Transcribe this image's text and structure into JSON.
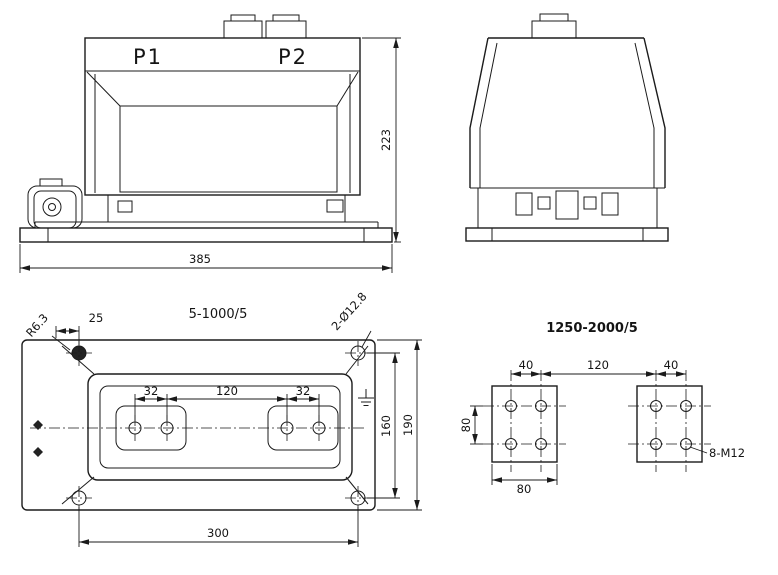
{
  "colors": {
    "ink": "#1b1b1b",
    "background": "#ffffff"
  },
  "front_view": {
    "terminal_left_label": "P1",
    "terminal_right_label": "P2",
    "dim_height": "223",
    "dim_width": "385"
  },
  "plan_view": {
    "title": "5-1000/5",
    "dim_edge_to_hole": "25",
    "corner_radius_label": "R6.3",
    "hole_diameter_label": "2-Ø12.8",
    "dim_slot_left": "32",
    "dim_slot_center": "120",
    "dim_slot_right": "32",
    "dim_hole_spacing_v": "160",
    "dim_overall_depth": "190",
    "dim_hole_spacing_h": "300"
  },
  "detail_view": {
    "title": "1250-2000/5",
    "dim_hole_pitch_left": "40",
    "dim_center_distance": "120",
    "dim_hole_pitch_right": "40",
    "dim_pitch_vertical": "80",
    "dim_plate_width": "80",
    "thread_label": "8-M12"
  }
}
